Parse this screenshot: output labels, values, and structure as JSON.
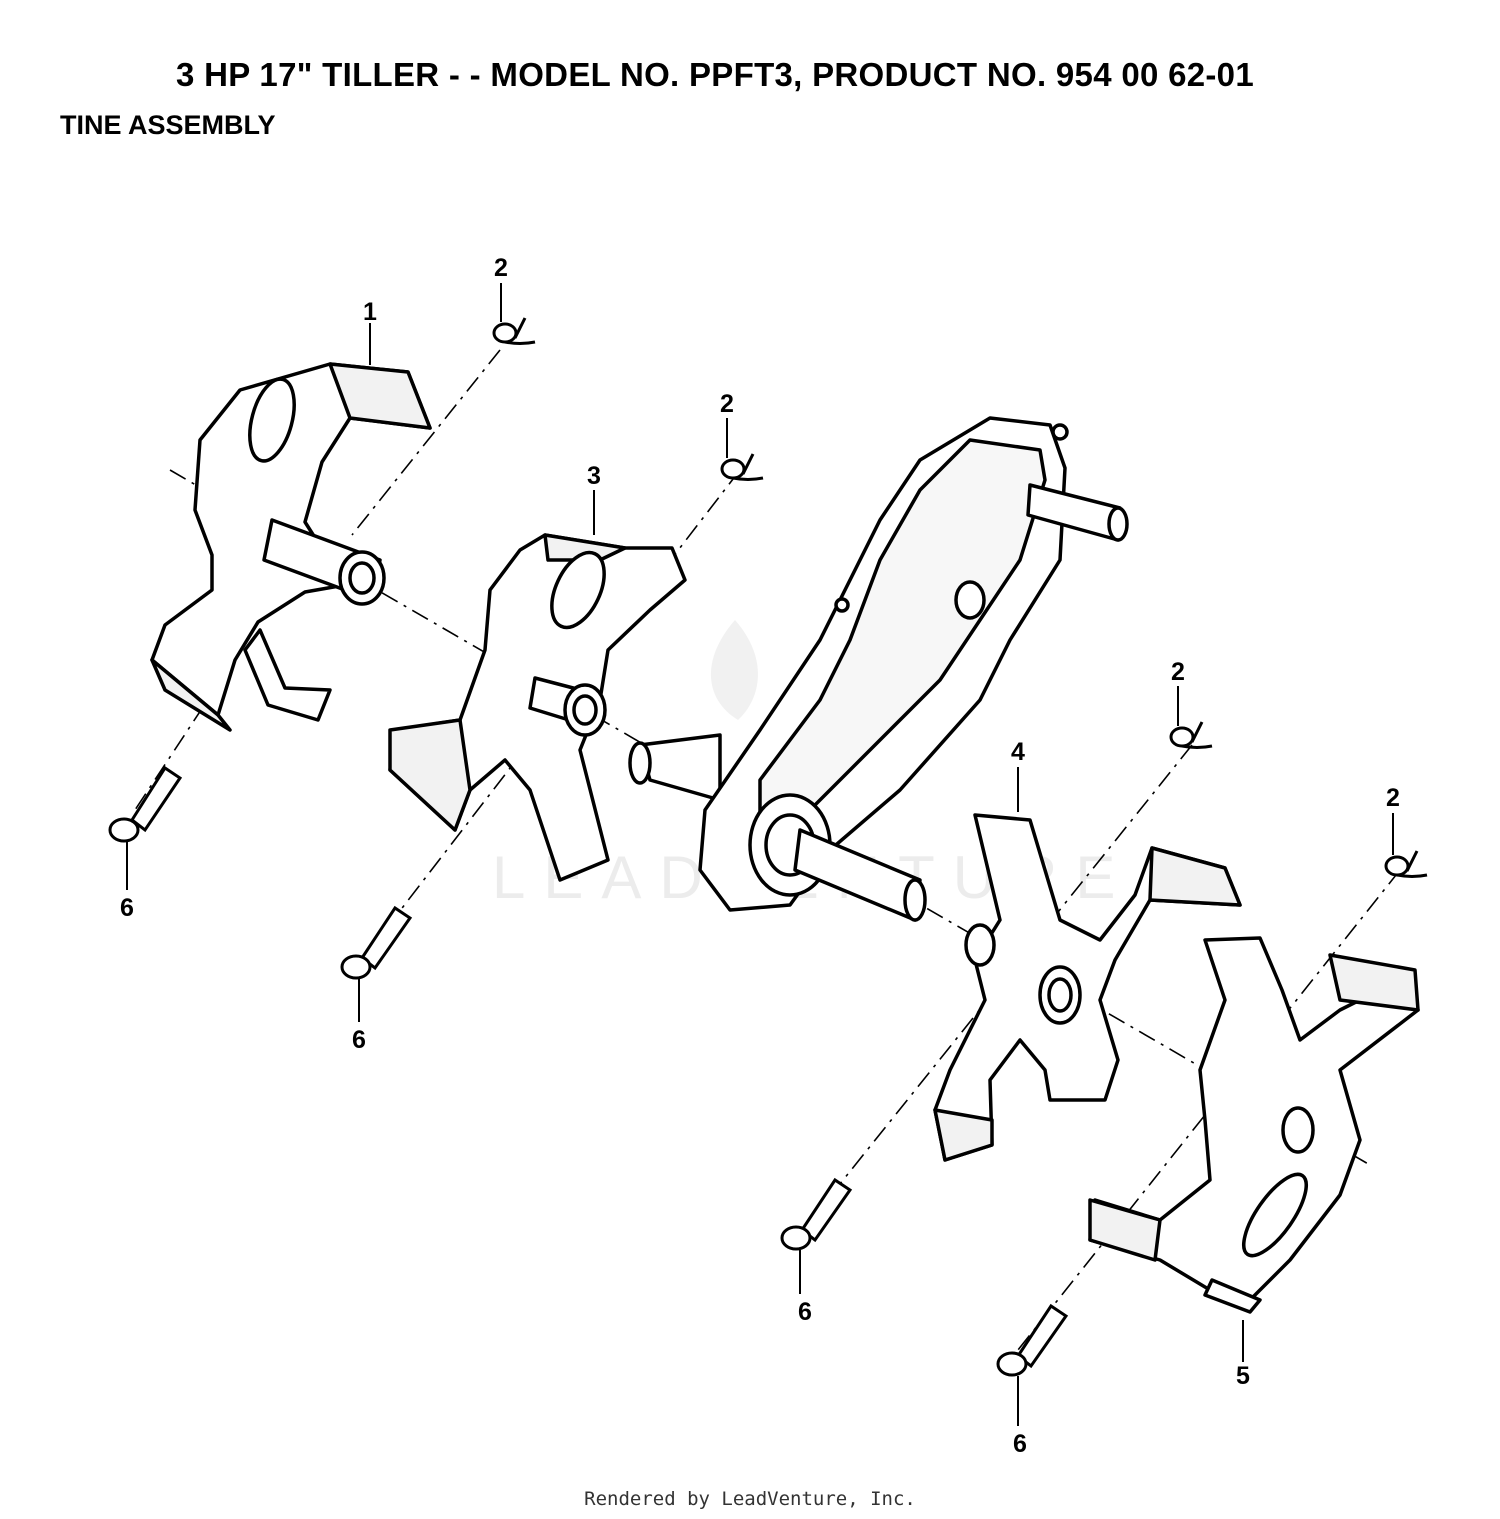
{
  "header": {
    "title": "3 HP  17\" TILLER - - MODEL NO. PPFT3, PRODUCT NO. 954 00 62-01",
    "subtitle": "TINE ASSEMBLY"
  },
  "callouts": {
    "tine_outer_left": "1",
    "pin_1": "2",
    "pin_2": "2",
    "pin_3": "2",
    "pin_4": "2",
    "tine_inner_left": "3",
    "tine_inner_right": "4",
    "tine_outer_right": "5",
    "bolt_1": "6",
    "bolt_2": "6",
    "bolt_3": "6",
    "bolt_4": "6"
  },
  "watermark": "LEADVENTURE",
  "footer": "Rendered by LeadVenture, Inc."
}
